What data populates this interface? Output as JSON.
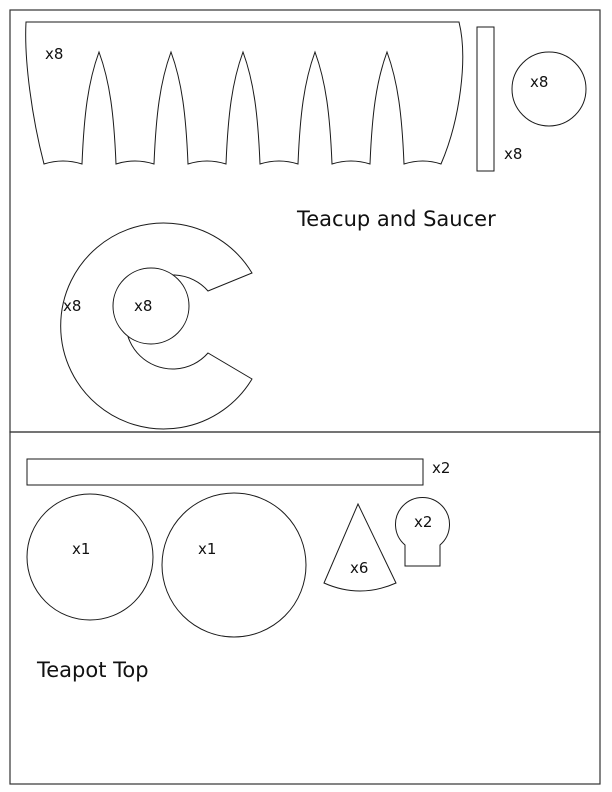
{
  "sections": {
    "teacup": {
      "title": "Teacup and Saucer",
      "pieces": {
        "cup_wall": {
          "qty": "x8"
        },
        "handle_strip": {
          "qty": "x8"
        },
        "cup_base": {
          "qty": "x8"
        },
        "saucer_ring": {
          "qty": "x8"
        },
        "saucer_center": {
          "qty": "x8"
        }
      }
    },
    "teapot_top": {
      "title": "Teapot Top",
      "pieces": {
        "band": {
          "qty": "x2"
        },
        "lid_small": {
          "qty": "x1"
        },
        "lid_large": {
          "qty": "x1"
        },
        "cone_segment": {
          "qty": "x6"
        },
        "knob": {
          "qty": "x2"
        }
      }
    }
  }
}
